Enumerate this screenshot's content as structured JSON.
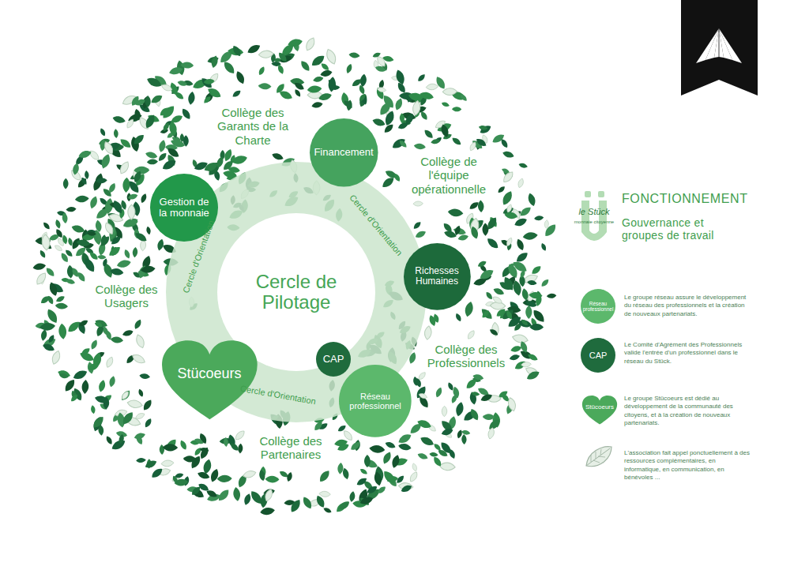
{
  "diagram": {
    "title": "FONCTIONNEMENT",
    "nodes": [
      {
        "text": [
          "Cercle d'Orientation",
          "Cercle d'Orientation",
          "Cercle d'Orientation"
        ]
      },
      {
        "text": [
          "Cercle de Pilotage"
        ],
        "in": 0
      },
      {
        "text": [
          "Financement"
        ]
      },
      {
        "text": [
          "Gestion de la monnaie"
        ]
      },
      {
        "text": [
          "Richesses Humaines"
        ]
      },
      {
        "text": [
          "CAP"
        ]
      },
      {
        "text": [
          "Réseau professionnel"
        ]
      },
      {
        "text": [
          "Stücoeurs"
        ]
      }
    ],
    "labels": [
      "Collège des Garants de la Charte",
      "Collège de l'équipe opérationnelle",
      "Collège des Usagers",
      "Collège des Professionnels",
      "Collège des Partenaires",
      "le Stück",
      "monnaie citoyenne",
      "Gouvernance et groupes de travail",
      "Réseau professionnel",
      "CAP",
      "Stücoeurs"
    ],
    "legend": [
      {
        "text": "Le groupe réseau assure le développement du réseau des professionnels et la création de nouveaux partenariats.",
        "color": "#5cb86c"
      },
      {
        "text": "Le Comité d'Agrément des Professionnels valide l'entrée d'un professionnel dans le réseau du Stück.",
        "color": "#1f6b3d"
      },
      {
        "text": "Le groupe Stücoeurs est dédié au développement de la communauté des citoyens, et à la création de nouveaux partenariats.",
        "color": "#4ba95b"
      },
      {
        "text": "L'association fait appel ponctuellement à des ressources complémentaires, en informatique, en communication, en bénévoles ..."
      }
    ]
  }
}
